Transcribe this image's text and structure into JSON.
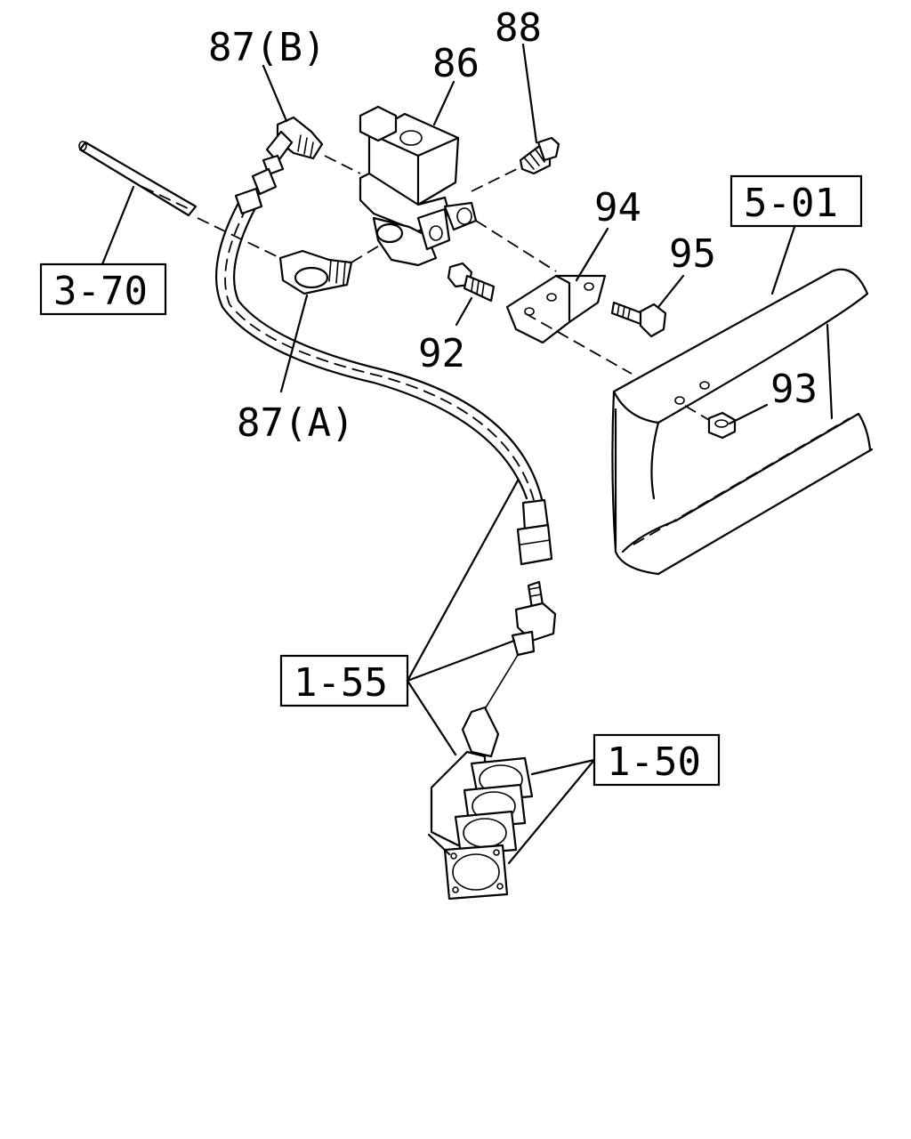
{
  "labels": {
    "p87b": "87(B)",
    "p86": "86",
    "p88": "88",
    "p94": "94",
    "p95": "95",
    "p92": "92",
    "p93": "93",
    "p87a": "87(A)"
  },
  "refs": {
    "r370": "3-70",
    "r501": "5-01",
    "r155": "1-55",
    "r150": "1-50"
  }
}
